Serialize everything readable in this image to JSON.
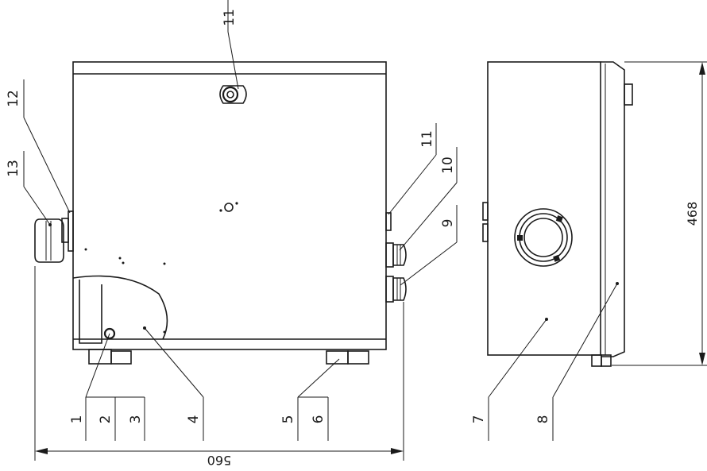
{
  "callouts": {
    "c1": "1",
    "c2": "2",
    "c3": "3",
    "c4": "4",
    "c5": "5",
    "c6": "6",
    "c7": "7",
    "c8": "8",
    "c9": "9",
    "c10": "10",
    "c11_top": "11",
    "c11_side": "11",
    "c12": "12",
    "c13": "13"
  },
  "dimensions": {
    "width": "560",
    "height": "468"
  }
}
